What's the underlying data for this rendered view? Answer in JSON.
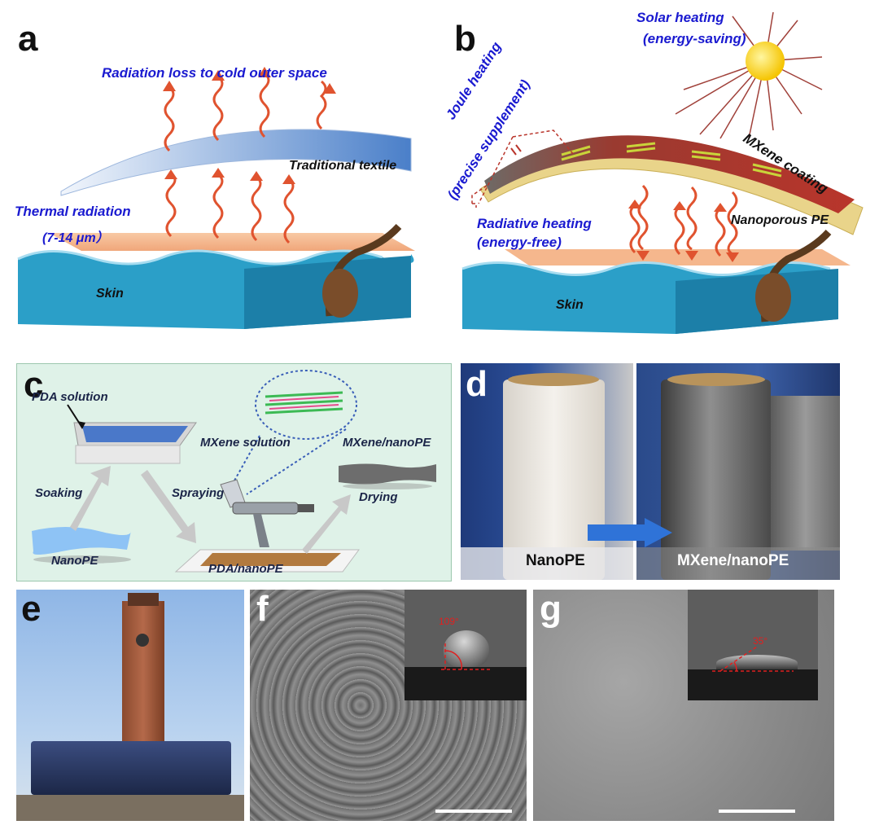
{
  "panel_letters": {
    "a": "a",
    "b": "b",
    "c": "c",
    "d": "d",
    "e": "e",
    "f": "f",
    "g": "g"
  },
  "panel_a": {
    "radiation_loss": "Radiation loss to cold outer space",
    "traditional_textile": "Traditional textile",
    "thermal_radiation": "Thermal radiation",
    "wavelength": "(7-14 μm）",
    "skin": "Skin"
  },
  "panel_b": {
    "solar_heating": "Solar heating",
    "energy_saving": "(energy-saving)",
    "joule_heating": "Joule heating",
    "precise_supplement": "(precise supplement)",
    "mxene_coating": "MXene coating",
    "radiative_heating": "Radiative heating",
    "energy_free": "(energy-free)",
    "nanoporous_pe": "Nanoporous PE",
    "skin": "Skin"
  },
  "panel_c": {
    "pda_solution": "PDA solution",
    "mxene_solution": "MXene solution",
    "mxene_nanope": "MXene/nanoPE",
    "soaking": "Soaking",
    "spraying": "Spraying",
    "drying": "Drying",
    "nanope": "NanoPE",
    "pda_nanope": "PDA/nanoPE"
  },
  "panel_d": {
    "left_label": "NanoPE",
    "right_label": "MXene/nanoPE"
  },
  "panel_f": {
    "contact_angle": "109°"
  },
  "panel_g": {
    "contact_angle": "35°"
  },
  "colors": {
    "arrow_red": "#e0532f",
    "label_blue": "#1a1ad0",
    "skin_blue": "#2b9fc8",
    "panel_c_bg": "#dff2e8",
    "mxene_red": "#b9352b",
    "pe_yellow": "#e9d48a"
  }
}
